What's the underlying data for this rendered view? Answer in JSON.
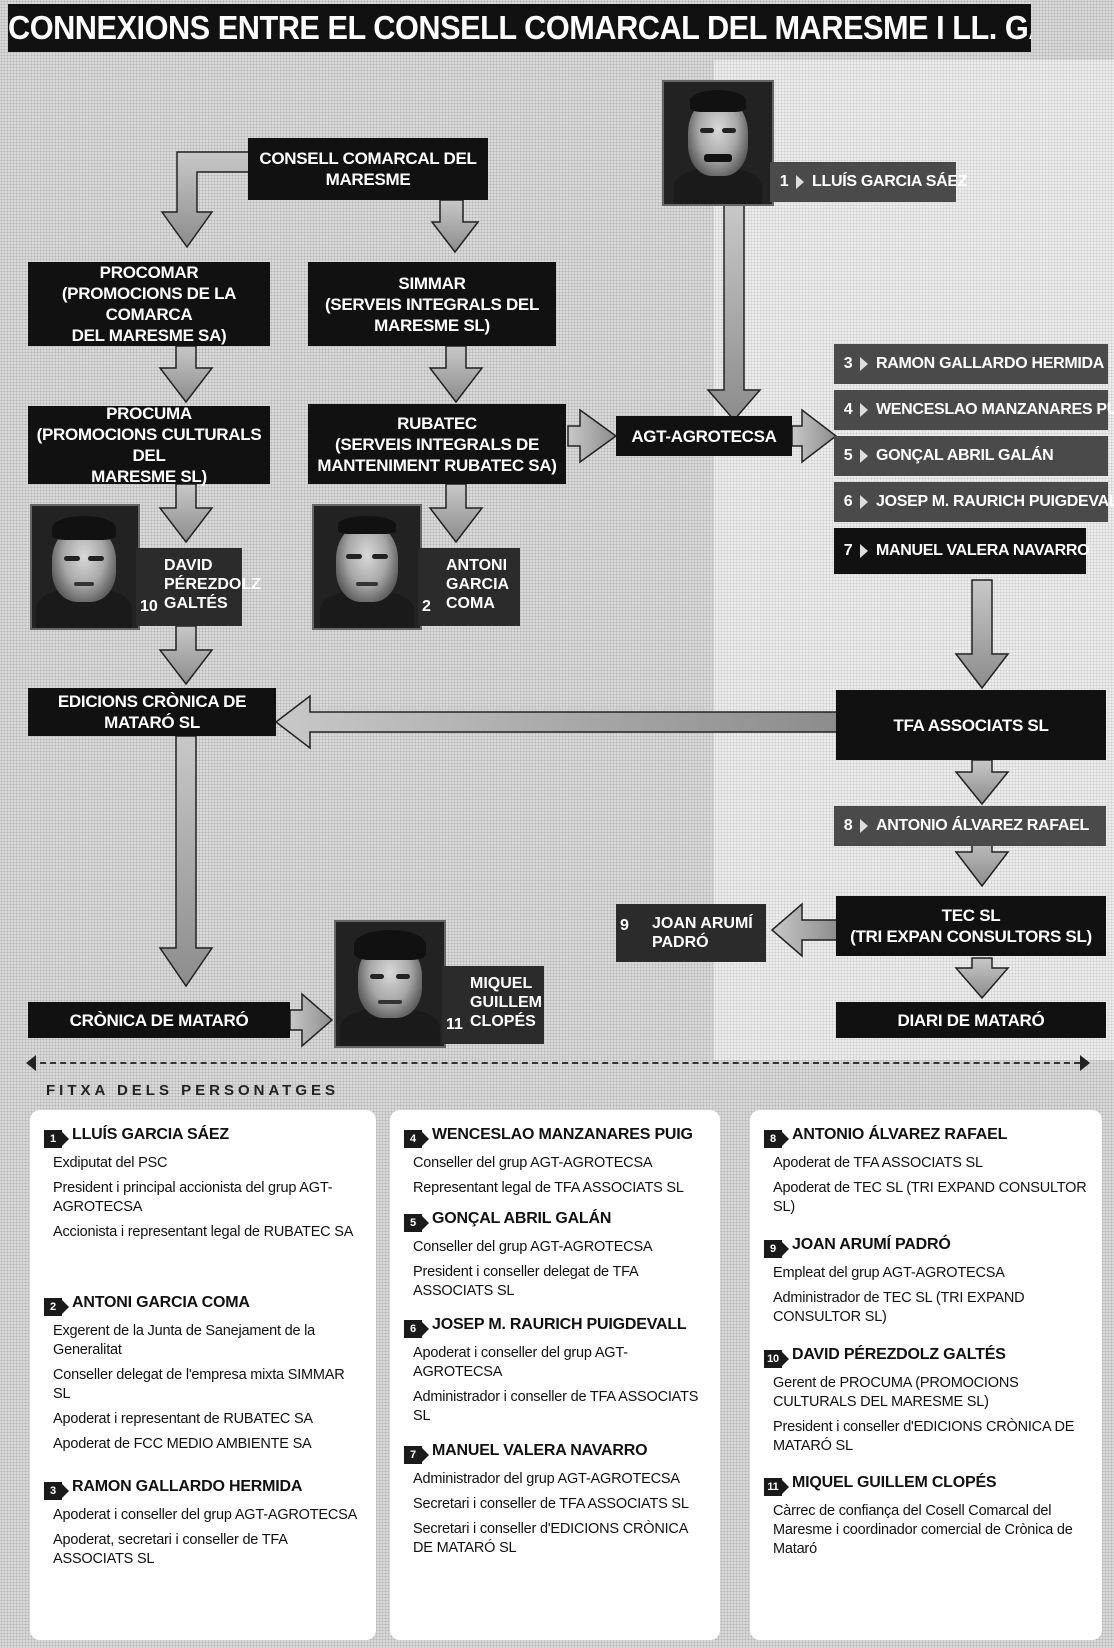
{
  "title": "CONNEXIONS ENTRE EL CONSELL COMARCAL DEL MARESME I LL. GARCIA SÁEZ",
  "boxes": {
    "consell": [
      "CONSELL COMARCAL DEL",
      "MARESME"
    ],
    "procomar": [
      "PROCOMAR",
      "(PROMOCIONS DE LA COMARCA",
      "DEL MARESME SA)"
    ],
    "simmar": [
      "SIMMAR",
      "(SERVEIS INTEGRALS DEL",
      "MARESME SL)"
    ],
    "procuma": [
      "PROCUMA",
      "(PROMOCIONS CULTURALS DEL",
      "MARESME SL)"
    ],
    "rubatec": [
      "RUBATEC",
      "(SERVEIS INTEGRALS DE",
      "MANTENIMENT RUBATEC SA)"
    ],
    "agt": "AGT-AGROTECSA",
    "edicions": [
      "EDICIONS CRÒNICA DE",
      "MATARÓ SL"
    ],
    "tfa": "TFA ASSOCIATS SL",
    "tec": [
      "TEC SL",
      "(TRI EXPAN CONSULTORS SL)"
    ],
    "cronica": "CRÒNICA DE MATARÓ",
    "diari": "DIARI DE MATARÓ"
  },
  "people_bars": {
    "p1": {
      "num": "1",
      "name": "LLUÍS GARCIA SÁEZ"
    },
    "p3": {
      "num": "3",
      "name": "RAMON GALLARDO HERMIDA"
    },
    "p4": {
      "num": "4",
      "name": "WENCESLAO MANZANARES PUIG"
    },
    "p5": {
      "num": "5",
      "name": "GONÇAL ABRIL GALÁN"
    },
    "p6": {
      "num": "6",
      "name": "JOSEP M. RAURICH PUIGDEVALL"
    },
    "p7": {
      "num": "7",
      "name": "MANUEL VALERA NAVARRO"
    },
    "p8": {
      "num": "8",
      "name": "ANTONIO ÁLVAREZ RAFAEL"
    },
    "p9": {
      "num": "9",
      "name": [
        "JOAN ARUMÍ",
        "PADRÓ"
      ]
    }
  },
  "photo_labels": {
    "p10": {
      "num": "10",
      "name": [
        "DAVID",
        "PÉREZDOLZ",
        "GALTÉS"
      ]
    },
    "p2": {
      "num": "2",
      "name": [
        "ANTONI",
        "GARCIA",
        "COMA"
      ]
    },
    "p11": {
      "num": "11",
      "name": [
        "MIQUEL",
        "GUILLEM",
        "CLOPÉS"
      ]
    }
  },
  "section_heading": "FITXA DELS PERSONATGES",
  "fitxa": {
    "col1": [
      {
        "num": "1",
        "name": "LLUÍS GARCIA SÁEZ",
        "lines": [
          "Exdiputat del PSC",
          "President i principal accionista del grup AGT-AGROTECSA",
          "Accionista i representant legal de RUBATEC SA"
        ]
      },
      {
        "num": "2",
        "name": "ANTONI GARCIA COMA",
        "lines": [
          "Exgerent de la Junta de Sanejament de la Generalitat",
          "Conseller delegat de l'empresa mixta SIMMAR SL",
          "Apoderat i representant de RUBATEC SA",
          "Apoderat de FCC MEDIO AMBIENTE SA"
        ]
      },
      {
        "num": "3",
        "name": "RAMON GALLARDO HERMIDA",
        "lines": [
          "Apoderat i conseller del grup AGT-AGROTECSA",
          "Apoderat, secretari i conseller de TFA ASSOCIATS SL"
        ]
      }
    ],
    "col2": [
      {
        "num": "4",
        "name": "WENCESLAO MANZANARES PUIG",
        "lines": [
          "Conseller del grup AGT-AGROTECSA",
          "Representant legal de TFA ASSOCIATS SL"
        ]
      },
      {
        "num": "5",
        "name": "GONÇAL ABRIL GALÁN",
        "lines": [
          "Conseller del grup AGT-AGROTECSA",
          "President i conseller delegat de TFA ASSOCIATS SL"
        ]
      },
      {
        "num": "6",
        "name": "JOSEP M. RAURICH PUIGDEVALL",
        "lines": [
          "Apoderat i conseller del grup AGT-AGROTECSA",
          "Administrador i conseller de TFA ASSOCIATS SL"
        ]
      },
      {
        "num": "7",
        "name": "MANUEL VALERA NAVARRO",
        "lines": [
          "Administrador del grup AGT-AGROTECSA",
          "Secretari i conseller de TFA ASSOCIATS SL",
          "Secretari i conseller d'EDICIONS CRÒNICA DE MATARÓ SL"
        ]
      }
    ],
    "col3": [
      {
        "num": "8",
        "name": "ANTONIO ÁLVAREZ RAFAEL",
        "lines": [
          "Apoderat de TFA ASSOCIATS SL",
          "Apoderat de TEC SL (TRI EXPAND CONSULTOR SL)"
        ]
      },
      {
        "num": "9",
        "name": "JOAN ARUMÍ PADRÓ",
        "lines": [
          "Empleat del grup AGT-AGROTECSA",
          "Administrador de TEC SL (TRI EXPAND CONSULTOR SL)"
        ]
      },
      {
        "num": "10",
        "name": "DAVID PÉREZDOLZ GALTÉS",
        "lines": [
          "Gerent de PROCUMA (PROMOCIONS CULTURALS DEL MARESME SL)",
          "President i conseller d'EDICIONS CRÒNICA DE MATARÓ SL"
        ]
      },
      {
        "num": "11",
        "name": "MIQUEL GUILLEM CLOPÉS",
        "lines": [
          "Càrrec de confiança del Cosell Comarcal del Maresme i coordinador comercial de Crònica de Mataró"
        ]
      }
    ]
  }
}
